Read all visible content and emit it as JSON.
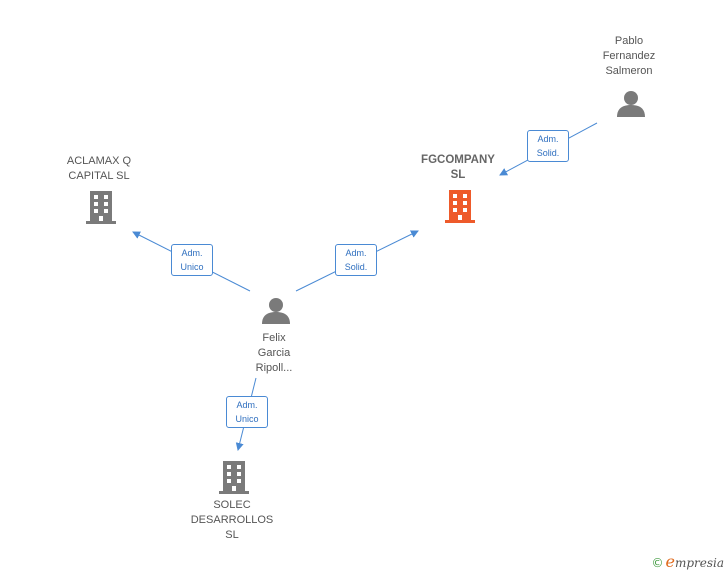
{
  "nodes": {
    "aclamax": {
      "lines": [
        "ACLAMAX Q",
        "CAPITAL  SL"
      ],
      "kind": "company",
      "color": "#7a7a7a"
    },
    "fgcompany": {
      "lines": [
        "FGCOMPANY",
        "SL"
      ],
      "kind": "company",
      "color": "#ee5a2a",
      "focus": true
    },
    "pablo": {
      "lines": [
        "Pablo",
        "Fernandez",
        "Salmeron"
      ],
      "kind": "person",
      "color": "#7a7a7a"
    },
    "felix": {
      "lines": [
        "Felix",
        "Garcia",
        "Ripoll..."
      ],
      "kind": "person",
      "color": "#7a7a7a"
    },
    "solec": {
      "lines": [
        "SOLEC",
        "DESARROLLOS",
        "SL"
      ],
      "kind": "company",
      "color": "#7a7a7a"
    }
  },
  "edges": {
    "pablo_fgcompany": {
      "lines": [
        "Adm.",
        "Solid."
      ]
    },
    "felix_aclamax": {
      "lines": [
        "Adm.",
        "Unico"
      ]
    },
    "felix_fgcompany": {
      "lines": [
        "Adm.",
        "Solid."
      ]
    },
    "felix_solec": {
      "lines": [
        "Adm.",
        "Unico"
      ]
    }
  },
  "colors": {
    "edge": "#4a8ad4",
    "accent": "#ee5a2a"
  },
  "footer": {
    "copyright": "©",
    "brand_initial": "e",
    "brand_rest": "mpresia"
  }
}
